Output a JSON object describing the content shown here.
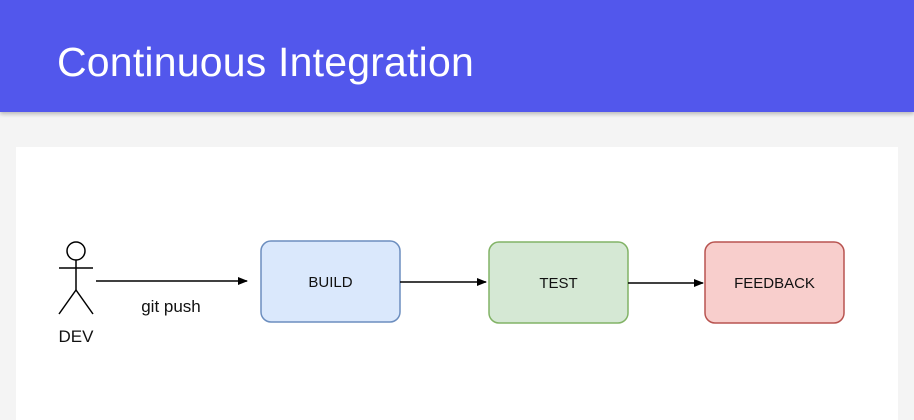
{
  "header": {
    "title": "Continuous Integration",
    "background_color": "#5257ec"
  },
  "diagram": {
    "actor": {
      "label": "DEV",
      "icon": "stick-figure-icon"
    },
    "edges": [
      {
        "from": "actor",
        "to": "build",
        "label": "git push"
      },
      {
        "from": "build",
        "to": "test",
        "label": ""
      },
      {
        "from": "test",
        "to": "feedback",
        "label": ""
      }
    ],
    "nodes": [
      {
        "id": "build",
        "label": "BUILD",
        "fill": "#dae8fc",
        "stroke": "#6c8ebf"
      },
      {
        "id": "test",
        "label": "TEST",
        "fill": "#d5e8d4",
        "stroke": "#82b366"
      },
      {
        "id": "feedback",
        "label": "FEEDBACK",
        "fill": "#f8cecc",
        "stroke": "#b85450"
      }
    ]
  }
}
